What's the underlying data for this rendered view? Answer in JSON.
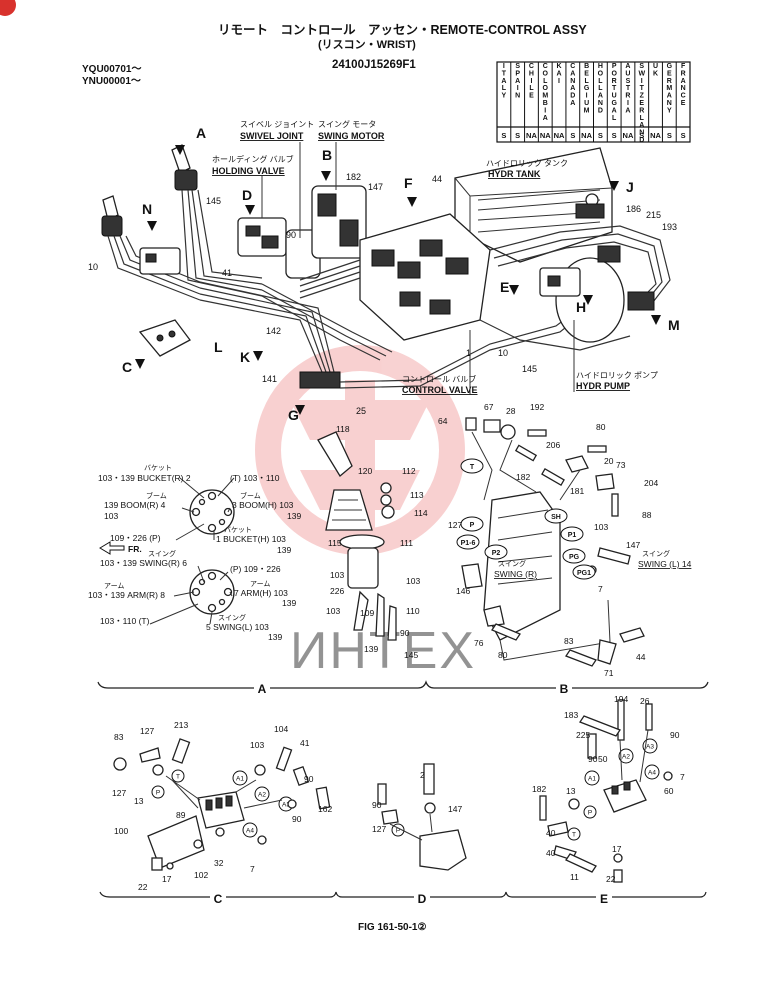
{
  "header": {
    "title_jp": "リモート　コントロール　アッセン・REMOTE-CONTROL ASSY",
    "title_sub": "(リスコン・WRIST)",
    "part_number": "24100J15269F1",
    "serial_1": "YQU00701～",
    "serial_2": "YNU00001～"
  },
  "country_table": {
    "countries": [
      "ITALY",
      "SPAIN",
      "CHILE",
      "COLOMBIA",
      "KAI",
      "CANADA",
      "BELGIUM",
      "HOLLAND",
      "PORTUGAL",
      "AUSTRIA",
      "SWITZERLAND",
      "U.K.",
      "GERMANY",
      "FRANCE"
    ],
    "codes": [
      "S",
      "S",
      "NA",
      "NA",
      "NA",
      "S",
      "NA",
      "S",
      "S",
      "NA",
      "S",
      "NA",
      "S",
      "S"
    ]
  },
  "labels": {
    "swivel_joint_jp": "スイベル ジョイント",
    "swivel_joint": "SWIVEL JOINT",
    "swing_motor_jp": "スイング モータ",
    "swing_motor": "SWING MOTOR",
    "holding_valve_jp": "ホールディング バルブ",
    "holding_valve": "HOLDING VALVE",
    "hydr_tank_jp": "ハイドロリック タンク",
    "hydr_tank": "HYDR TANK",
    "control_valve_jp": "コントロール バルブ",
    "control_valve": "CONTROL VALVE",
    "hydr_pump_jp": "ハイドロリック ポンプ",
    "hydr_pump": "HYDR PUMP",
    "fr": "FR.",
    "swing_l_jp": "スイング",
    "swing_l": "SWING (L) 14",
    "swing_r_jp": "スイング",
    "swing_r": "SWING (R)"
  },
  "view_letters": [
    "A",
    "B",
    "C",
    "D",
    "E",
    "F",
    "G",
    "H",
    "J",
    "K",
    "L",
    "M",
    "N"
  ],
  "main_callouts": [
    "182",
    "147",
    "44",
    "186",
    "215",
    "193",
    "145",
    "90",
    "41",
    "10",
    "142",
    "141",
    "1",
    "10",
    "145",
    "25"
  ],
  "port_labels": [
    "P",
    "T",
    "P1",
    "P2",
    "PG",
    "PG1",
    "P1-6",
    "SH",
    "A1",
    "A2",
    "A3",
    "A4"
  ],
  "pattern_a": {
    "bucket_r": "103・139 BUCKET(R) 2",
    "bucket_r_jp": "バケット",
    "t_port": "(T) 103・110",
    "boom_r": "139 BOOM(R) 4",
    "boom_r_2": "103",
    "boom_jp": "ブーム",
    "boom_h": "3 BOOM(H) 103",
    "boom_h_2": "139",
    "p_port": "109・226 (P)",
    "bucket_h": "1 BUCKET(H) 103",
    "bucket_h_2": "139",
    "bucket_h_jp": "バケット"
  },
  "pattern_b": {
    "swing_r": "103・139 SWING(R) 6",
    "swing_jp": "スイング",
    "p_port": "(P) 109・226",
    "arm_r": "103・139 ARM(R) 8",
    "arm_jp": "アーム",
    "arm_h": "7 ARM(H) 103",
    "arm_h_2": "139",
    "t_port": "103・110 (T)",
    "swing_l": "5 SWING(L) 103",
    "swing_l_2": "139",
    "swing_l_jp": "スイング"
  },
  "section_a_callouts": [
    "118",
    "120",
    "112",
    "113",
    "114",
    "115",
    "111",
    "103",
    "226",
    "103",
    "109",
    "139",
    "103",
    "110",
    "90",
    "145"
  ],
  "section_b_callouts": [
    "64",
    "67",
    "28",
    "192",
    "80",
    "206",
    "20",
    "73",
    "204",
    "182",
    "181",
    "103",
    "88",
    "127",
    "147",
    "146",
    "7",
    "76",
    "80",
    "83",
    "71",
    "44"
  ],
  "section_c_callouts": [
    "83",
    "127",
    "213",
    "104",
    "103",
    "41",
    "127",
    "13",
    "90",
    "162",
    "89",
    "90",
    "100",
    "32",
    "102",
    "7",
    "22",
    "17"
  ],
  "section_d_callouts": [
    "2",
    "147",
    "90",
    "127"
  ],
  "section_e_callouts": [
    "194",
    "26",
    "183",
    "225",
    "90",
    "50",
    "90",
    "7",
    "182",
    "13",
    "60",
    "40",
    "40",
    "17",
    "11",
    "22"
  ],
  "section_letters": [
    "A",
    "B",
    "C",
    "D",
    "E"
  ],
  "watermark": "ИНТЕХ",
  "figure_caption": "FIG 161-50-1②"
}
